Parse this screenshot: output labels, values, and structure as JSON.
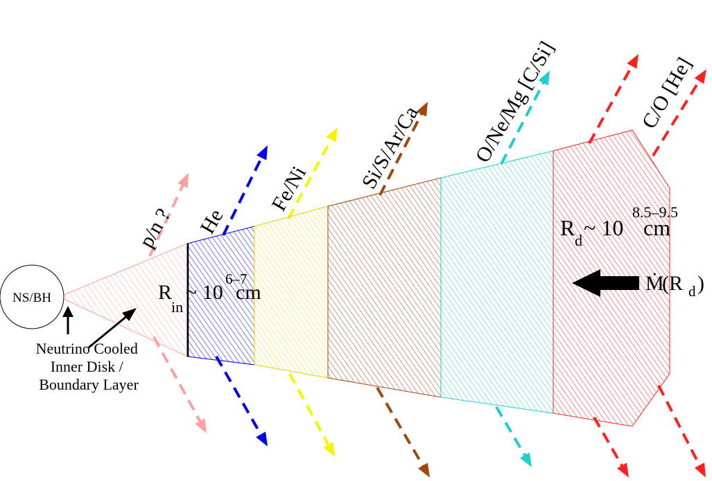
{
  "central_object": {
    "label": "NS/BH"
  },
  "inner_disk_note": {
    "lines": [
      "Neutrino Cooled",
      "Inner Disk /",
      "Boundary Layer"
    ]
  },
  "inner_radius": {
    "symbol": "R",
    "subscript": "in",
    "approx": "~ 10",
    "exponent": "6–7",
    "unit": "cm"
  },
  "outer_radius": {
    "symbol": "R",
    "subscript": "d",
    "approx": "~ 10",
    "exponent": "8.5–9.5",
    "unit": "cm"
  },
  "accretion_rate": {
    "symbol": "Ṁ",
    "paren_open": "(R",
    "subscript": "d",
    "paren_close": ")"
  },
  "zones": [
    {
      "id": "pn",
      "label": "p/n ?",
      "color": "#ff9f9f"
    },
    {
      "id": "he",
      "label": "He",
      "color": "#0000ee"
    },
    {
      "id": "feni",
      "label": "Fe/Ni",
      "color": "#f5f500"
    },
    {
      "id": "si",
      "label": "Si/S/Ar/Ca",
      "color": "#a0460f"
    },
    {
      "id": "one",
      "label": "O/Ne/Mg [C/Si]",
      "color": "#1ccfcf"
    },
    {
      "id": "co",
      "label": "C/O [He]",
      "color": "#ff2020"
    }
  ]
}
